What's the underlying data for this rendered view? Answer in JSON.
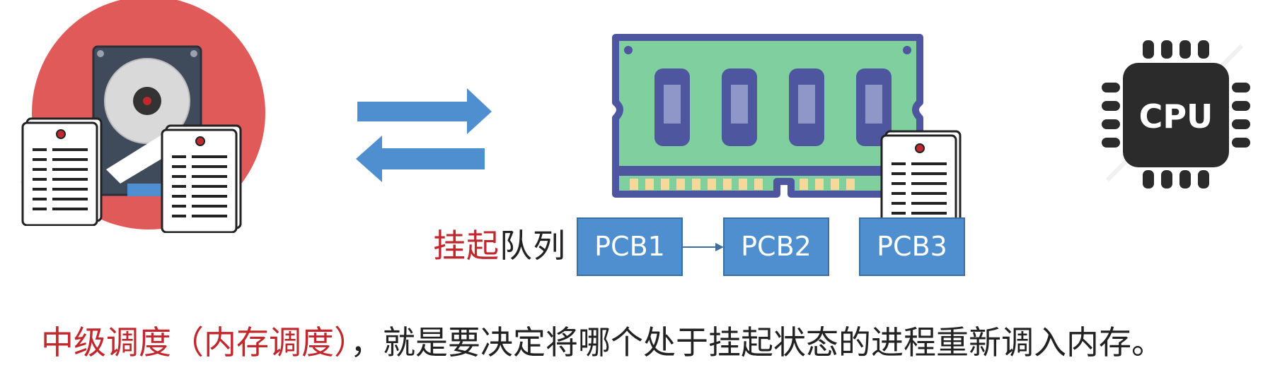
{
  "queue": {
    "label_highlight": "挂起",
    "label_rest": "队列",
    "pcbs": [
      "PCB1",
      "PCB2",
      "PCB3"
    ]
  },
  "cpu": {
    "label": "CPU"
  },
  "caption": {
    "highlight": "中级调度（内存调度）",
    "rest": "，就是要决定将哪个处于挂起状态的进程重新调入内存。"
  },
  "colors": {
    "accent_red": "#c0282e",
    "pcb_blue": "#4f8fcf",
    "arrow_blue": "#4f8fcf",
    "disk_circle": "#e05a5a",
    "ram_green": "#7fcf9f",
    "ram_frame": "#4e56a0",
    "cpu_body": "#2b2b2b"
  },
  "icons": [
    "hard-disk-icon",
    "document-icon",
    "swap-arrows-icon",
    "memory-module-icon",
    "cpu-chip-icon"
  ]
}
